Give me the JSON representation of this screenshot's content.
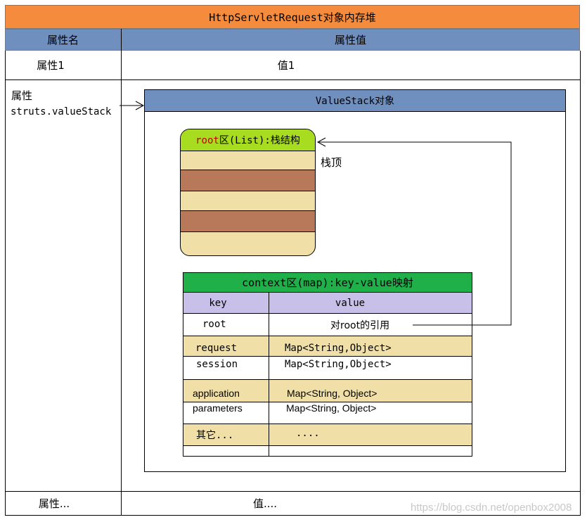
{
  "colors": {
    "title_bar": "#f58b3c",
    "header_blue": "#6f8fbf",
    "root_green": "#a8dc20",
    "root_cell": "#f0e0a8",
    "root_dark": "#b8795a",
    "context_green": "#20b04a",
    "context_header": "#c8c0e8",
    "context_row": "#f0e0a8"
  },
  "table": {
    "title": "HttpServletRequest对象内存堆",
    "header": {
      "name": "属性名",
      "value": "属性值"
    },
    "row1": {
      "name": "属性1",
      "value": "值1"
    },
    "row2": {
      "name_line1": "属性",
      "name_line2": "struts.valueStack"
    },
    "row3": {
      "name": "属性...",
      "value": "值...."
    }
  },
  "value_stack": {
    "title": "ValueStack对象",
    "root": {
      "label_prefix": "root",
      "label_rest": "区(List):栈结构",
      "stack_top": "栈顶"
    },
    "context": {
      "title": "context区(map):key-value映射",
      "columns": {
        "key": "key",
        "value": "value"
      },
      "rows": [
        {
          "key": "root",
          "value": "对root的引用"
        },
        {
          "key": "request",
          "value": "Map<String,Object>"
        },
        {
          "key": "session",
          "value": "Map<String,Object>"
        },
        {
          "key": "application",
          "value": "Map<String, Object>"
        },
        {
          "key": "parameters",
          "value": "Map<String, Object>"
        },
        {
          "key": "其它...",
          "value": "...."
        }
      ]
    }
  },
  "watermark": "https://blog.csdn.net/openbox2008"
}
